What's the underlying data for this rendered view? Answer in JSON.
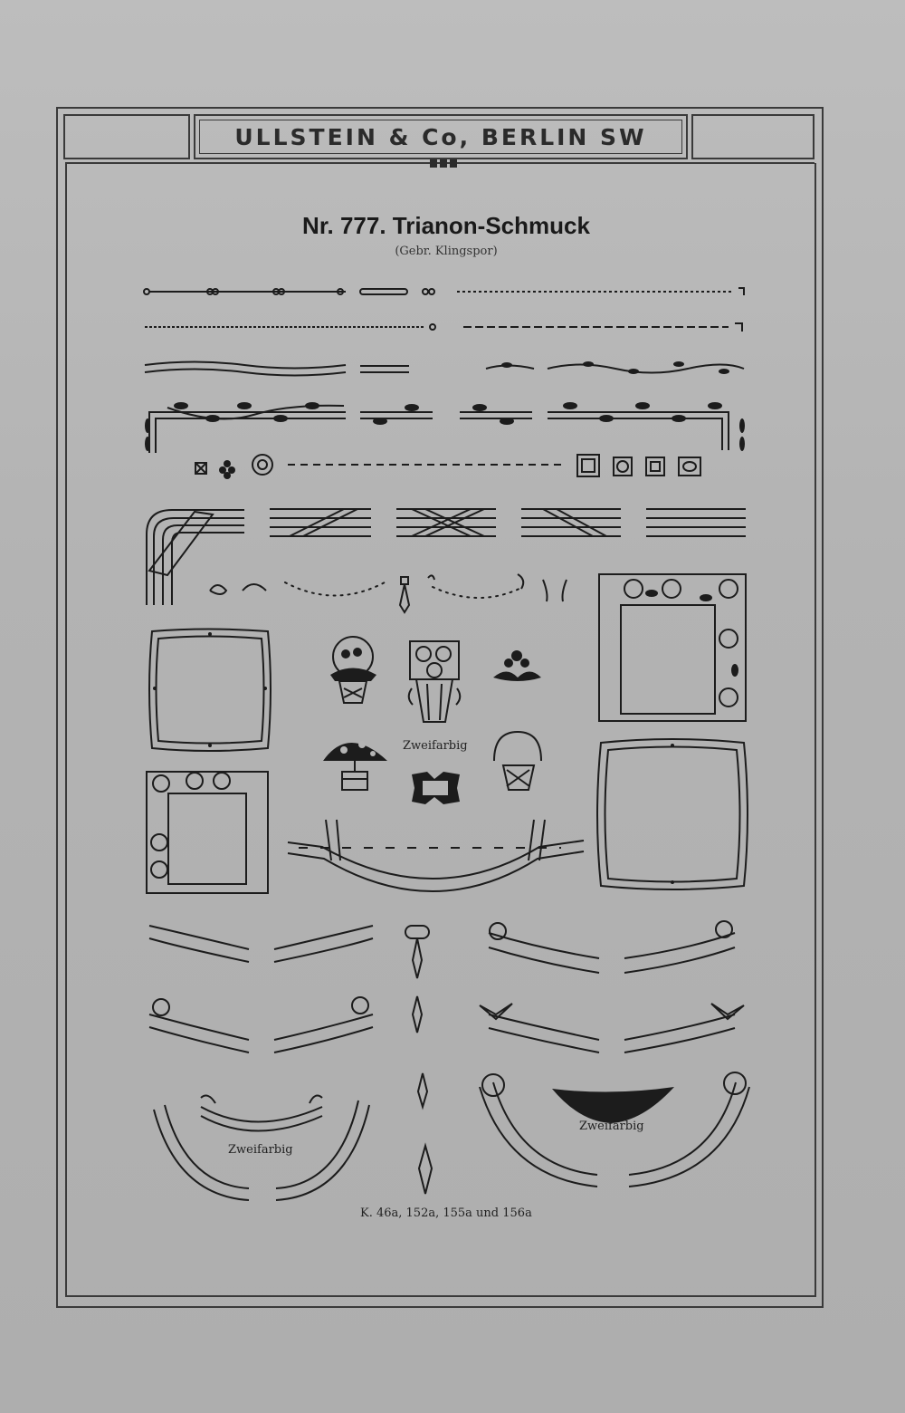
{
  "header": {
    "publisher": "ULLSTEIN & Co, BERLIN SW"
  },
  "specimen": {
    "title": "Nr. 777. Trianon-Schmuck",
    "subtitle": "(Gebr. Klingspor)",
    "two_color_label": "Zweifarbig",
    "footnote": "K. 46a, 152a, 155a und 156a"
  },
  "colors": {
    "paper": "#b4b4b4",
    "ink": "#1c1c1c"
  }
}
